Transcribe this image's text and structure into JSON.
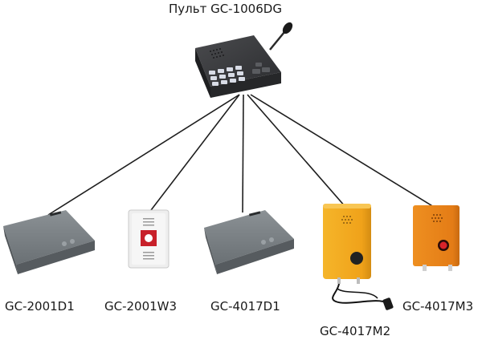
{
  "diagram": {
    "console": {
      "title": "Пульт GC-1006DG"
    },
    "devices": [
      {
        "id": "d1",
        "label": "GC-2001D1"
      },
      {
        "id": "w3",
        "label": "GC-2001W3"
      },
      {
        "id": "d4017",
        "label": "GC-4017D1"
      },
      {
        "id": "m2",
        "label": "GC-4017M2"
      },
      {
        "id": "m3",
        "label": "GC-4017M3"
      }
    ],
    "colors": {
      "line": "#1e1e1e",
      "console_body": "#3a3a3c",
      "desk_unit": "#6f7478",
      "wall_panel": "#ececec",
      "outdoor_orange": "#f2a71b",
      "outdoor_dark_orange": "#e5841a",
      "button_red": "#d8232a"
    }
  }
}
